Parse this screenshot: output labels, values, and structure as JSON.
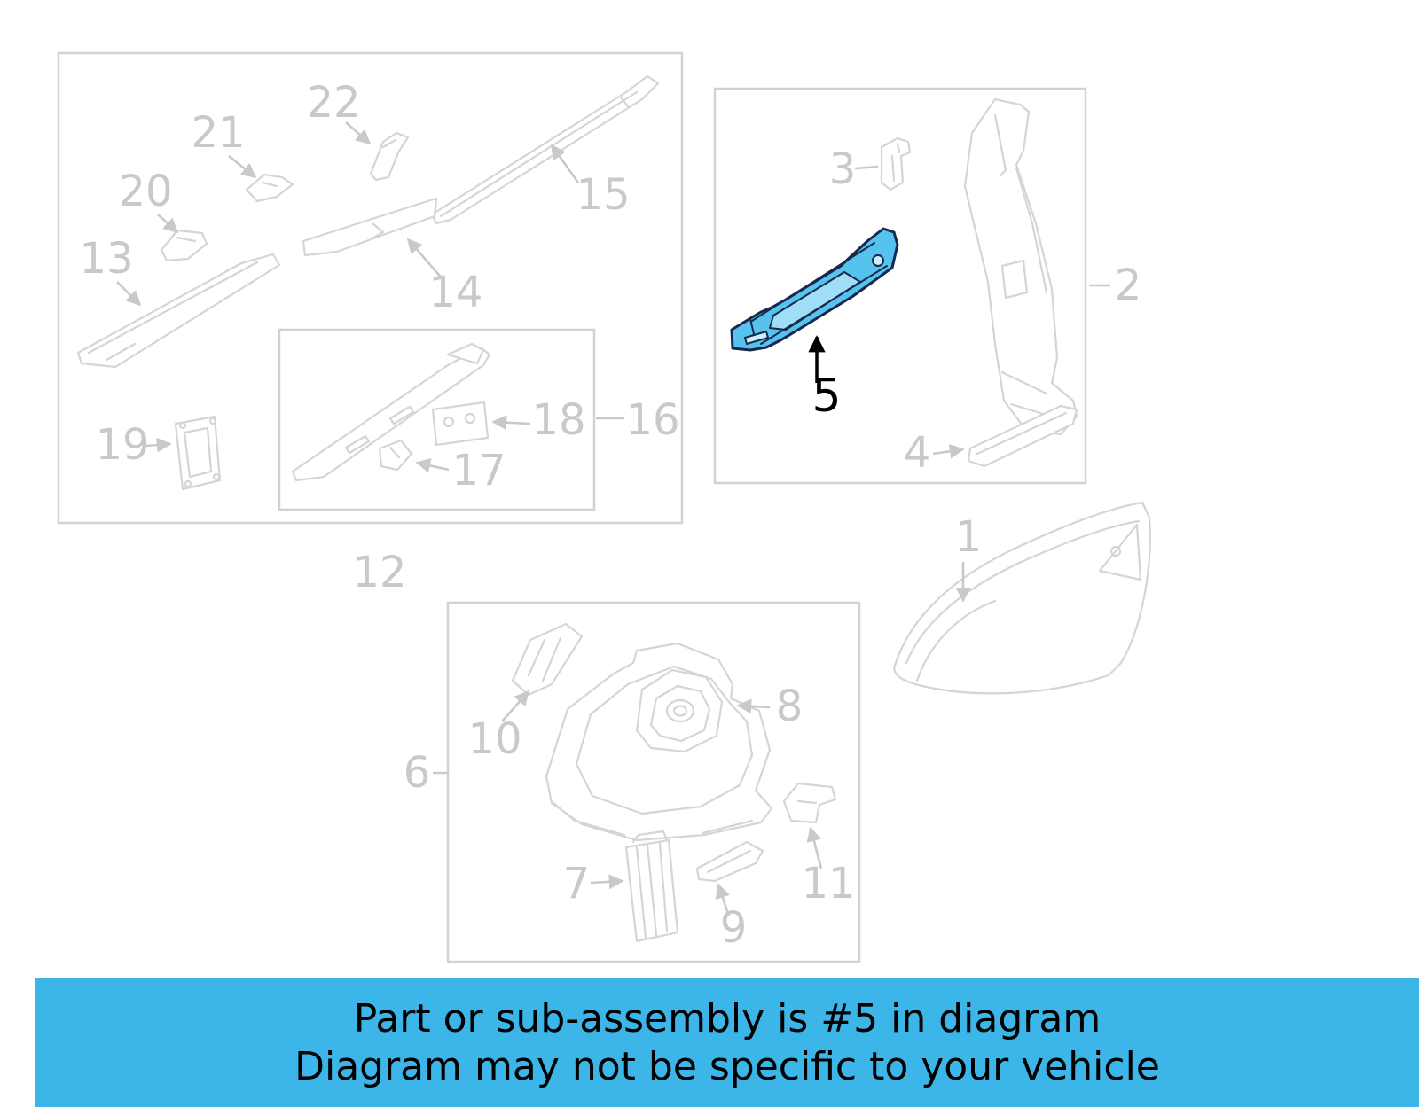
{
  "banner": {
    "line1": "Part or sub-assembly is #5 in diagram",
    "line2": "Diagram may not be specific to your vehicle",
    "bg_color": "#3cb5e8",
    "text_color": "#000000"
  },
  "diagram": {
    "line_color": "#d5d5d5",
    "label_color": "#c9c9c9",
    "highlighted_part": {
      "number": "5",
      "fill_color": "#56c3ee",
      "stroke_color": "#16294d",
      "label_color": "#000000"
    },
    "callouts": {
      "1": "1",
      "2": "2",
      "3": "3",
      "4": "4",
      "5": "5",
      "6": "6",
      "7": "7",
      "8": "8",
      "9": "9",
      "10": "10",
      "11": "11",
      "12": "12",
      "13": "13",
      "14": "14",
      "15": "15",
      "16": "16",
      "17": "17",
      "18": "18",
      "19": "19",
      "20": "20",
      "21": "21",
      "22": "22"
    }
  }
}
